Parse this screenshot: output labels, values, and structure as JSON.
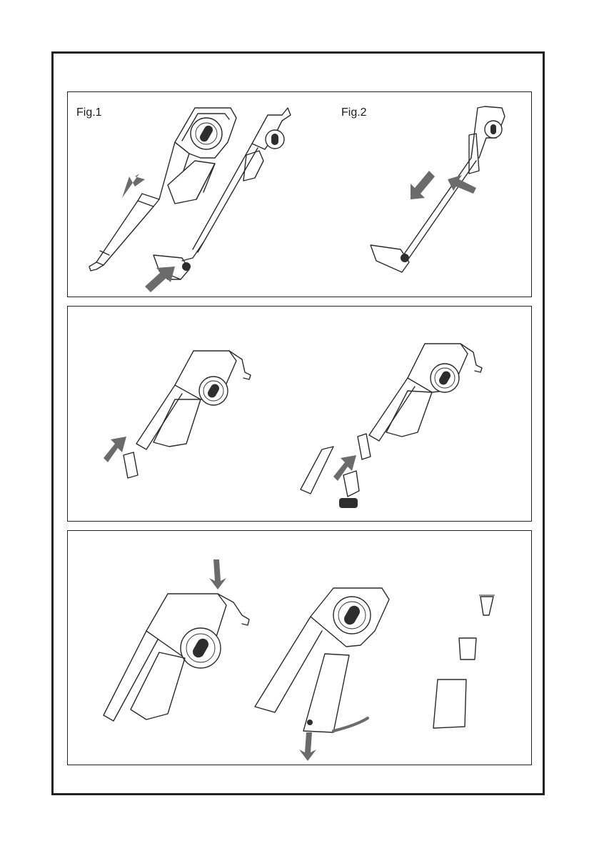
{
  "figures": {
    "fig1_label": "Fig.1",
    "fig2_label": "Fig.2"
  },
  "colors": {
    "frame": "#222222",
    "arrow": "#6b6b6b",
    "line_art": "#2a2a2a"
  },
  "icons": [
    "vacuum-illustration",
    "arrow-icon",
    "crevice-tool",
    "brush-tool",
    "filter",
    "dust-bin"
  ]
}
